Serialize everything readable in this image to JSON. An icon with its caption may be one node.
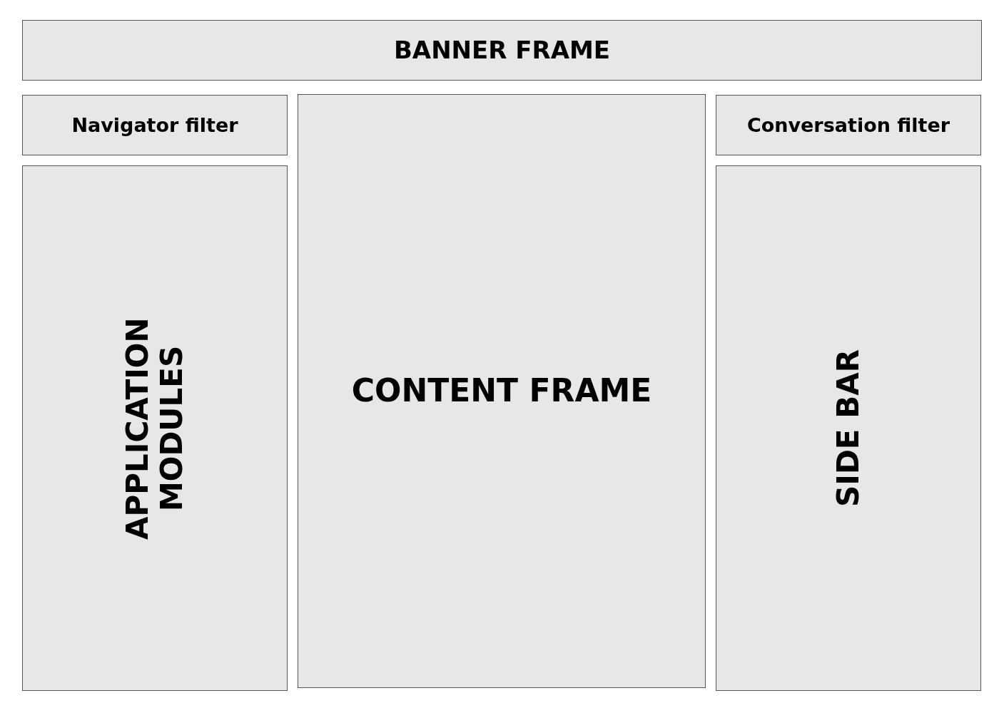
{
  "diagram": {
    "nodes": [
      {
        "text": [
          "BANNER FRAME"
        ]
      },
      {
        "text": [
          "Navigator filter"
        ]
      },
      {
        "text": [
          "APPLICATION MODULES"
        ]
      },
      {
        "text": [
          "CONTENT FRAME"
        ]
      },
      {
        "text": [
          "Conversation filter"
        ]
      },
      {
        "text": [
          "SIDE BAR"
        ]
      }
    ]
  }
}
